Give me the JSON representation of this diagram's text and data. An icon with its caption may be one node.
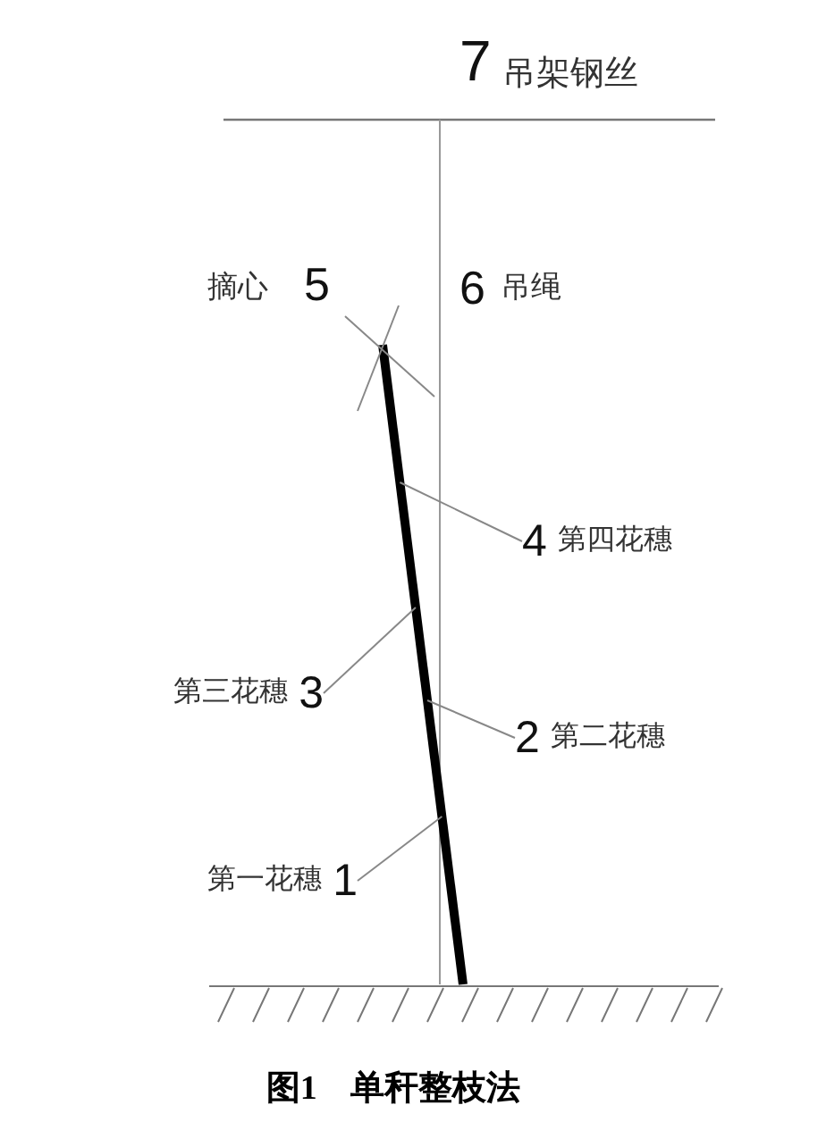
{
  "diagram": {
    "caption": "图1 单秆整枝法",
    "nodes": [
      {
        "text": [
          "第一花穗",
          "1"
        ]
      },
      {
        "text": [
          "2",
          "第二花穗"
        ]
      },
      {
        "text": [
          "第三花穗",
          "3"
        ]
      },
      {
        "text": [
          "4",
          "第四花穗"
        ]
      }
    ],
    "edges": [
      {
        "from": 0,
        "to": null,
        "arrow": "none"
      },
      {
        "from": 1,
        "to": null,
        "arrow": "none"
      },
      {
        "from": 2,
        "to": null,
        "arrow": "none"
      },
      {
        "from": 3,
        "to": null,
        "arrow": "none"
      }
    ],
    "labels": [
      "7",
      "吊架钢丝",
      "摘心",
      "5",
      "6",
      "吊绳"
    ]
  }
}
